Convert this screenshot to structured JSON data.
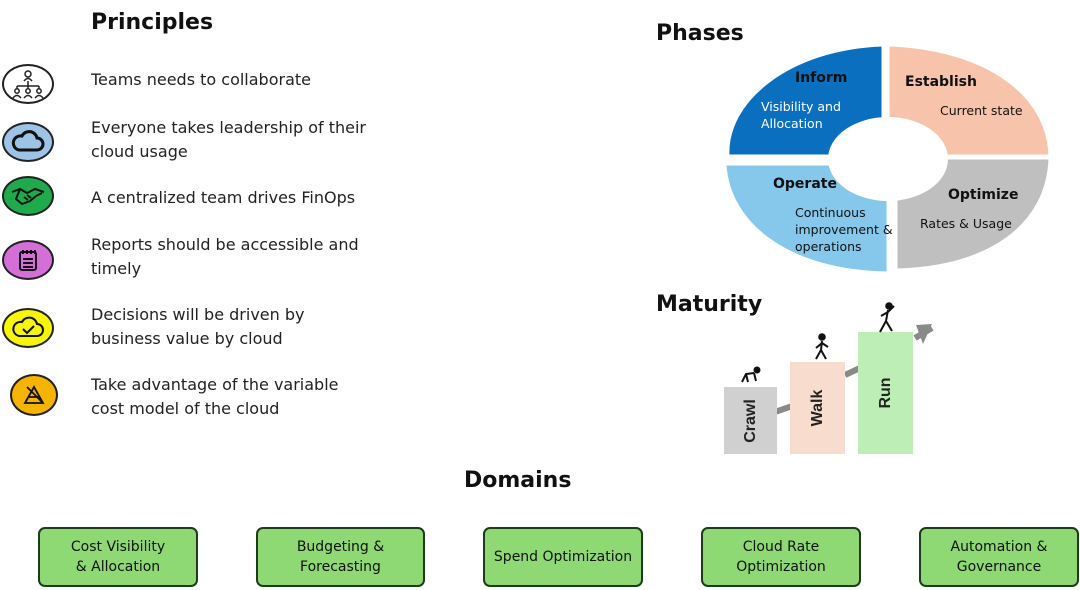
{
  "principles": {
    "title": "Principles",
    "items": [
      {
        "icon": "team-hierarchy-icon",
        "lines": [
          "Teams needs to collaborate"
        ],
        "color": "#ffffff"
      },
      {
        "icon": "cloud-icon",
        "lines": [
          "Everyone takes leadership of their",
          "cloud usage"
        ],
        "color": "#9dc3e6"
      },
      {
        "icon": "handshake-icon",
        "lines": [
          "A centralized team drives FinOps"
        ],
        "color": "#1faa4d"
      },
      {
        "icon": "report-icon",
        "lines": [
          "Reports should be accessible and",
          "timely"
        ],
        "color": "#d56fd8"
      },
      {
        "icon": "cloud-check-icon",
        "lines": [
          "Decisions will be driven by",
          "business value by cloud"
        ],
        "color": "#f6f50a"
      },
      {
        "icon": "variable-cost-icon",
        "lines": [
          "Take advantage of the variable",
          "cost model of the cloud"
        ],
        "color": "#f4b400"
      }
    ]
  },
  "phases": {
    "title": "Phases",
    "segments": [
      {
        "name": "Inform",
        "desc": [
          "Visibility and",
          "Allocation"
        ],
        "color": "#0b6fbf"
      },
      {
        "name": "Establish",
        "desc": [
          "Current state"
        ],
        "color": "#f7c4ab"
      },
      {
        "name": "Optimize",
        "desc": [
          "Rates & Usage"
        ],
        "color": "#bfbfbf"
      },
      {
        "name": "Operate",
        "desc": [
          "Continuous",
          "improvement &",
          "operations"
        ],
        "color": "#85c8ec"
      }
    ]
  },
  "maturity": {
    "title": "Maturity",
    "steps": [
      {
        "label": "Crawl",
        "color": "#d0d0d0"
      },
      {
        "label": "Walk",
        "color": "#f8dccd"
      },
      {
        "label": "Run",
        "color": "#bdeeb6"
      }
    ]
  },
  "domains": {
    "title": "Domains",
    "items": [
      {
        "lines": [
          "Cost Visibility",
          "& Allocation"
        ]
      },
      {
        "lines": [
          "Budgeting &",
          "Forecasting"
        ]
      },
      {
        "lines": [
          "Spend Optimization"
        ]
      },
      {
        "lines": [
          "Cloud Rate",
          "Optimization"
        ]
      },
      {
        "lines": [
          "Automation &",
          "Governance"
        ]
      }
    ]
  }
}
